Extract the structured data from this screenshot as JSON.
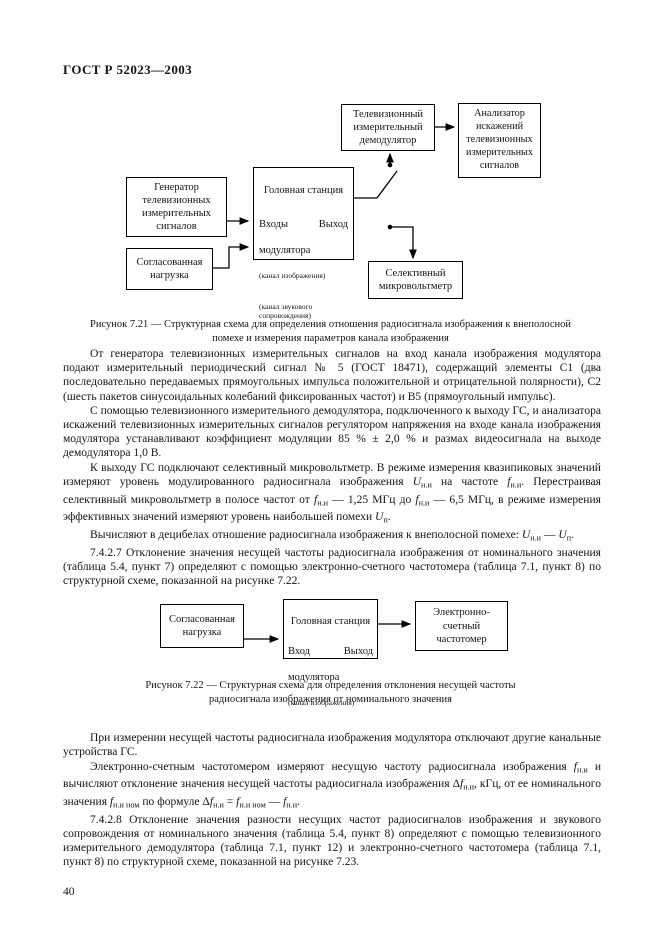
{
  "page": {
    "header": "ГОСТ Р 52023—2003",
    "number": "40"
  },
  "fig21": {
    "caption": "Рисунок 7.21 — Структурная схема для определения отношения радиосигнала изображения к внеполосной\nпомехе и измерения параметров канала изображения",
    "boxes": {
      "generator": "Генератор\nтелевизионных\nизмерительных\nсигналов",
      "load": "Согласованная\nнагрузка",
      "demodulator": "Телевизионный\nизмерительный\nдемодулятор",
      "analyzer": "Анализатор\nискажений\nтелевизионных\nизмерительных\nсигналов",
      "voltmeter": "Селективный\nмикровольтметр"
    },
    "headend": {
      "title": "Головная станция",
      "inputs": "Входы",
      "output": "Выход",
      "modulator": "модулятора",
      "ch_video": "(канал изображения)",
      "ch_audio": "(канал звукового\nсопровождения)"
    }
  },
  "fig22": {
    "caption": "Рисунок 7.22 — Структурная схема для определения отклонения несущей частоты\nрадиосигнала изображения от номинального значения",
    "boxes": {
      "load": "Согласованная\nнагрузка",
      "counter": "Электронно-\nсчетный\nчастотомер"
    },
    "headend": {
      "title": "Головная станция",
      "input": "Вход",
      "output": "Выход",
      "modulator": "модулятора",
      "ch_video": "(канал изображения)"
    }
  },
  "body1": [
    [
      {
        "t": "От генератора телевизионных измерительных сигналов на вход канала изображения модулятора подают измерительный периодический сигнал № 5 (ГОСТ 18471), содержащий элементы С1 (два последовательно передаваемых прямоугольных импульса положительной и отрицательной полярности), С2 (шесть пакетов синусоидальных колебаний фиксированных частот) и В5 (прямоугольный импульс)."
      }
    ],
    [
      {
        "t": "С помощью телевизионного измерительного демодулятора, подключенного к выходу ГС, и анализатора искажений телевизионных измерительных сигналов регулятором напряжения на входе канала изображения модулятора устанавливают коэффициент модуляции 85 % ± 2,0 % и размах видеосигнала на выходе демодулятора 1,0 В."
      }
    ],
    [
      {
        "t": "К выходу ГС подключают селективный микровольтметр. В режиме измерения квазипиковых значений измеряют уровень модулированного радиосигнала изображения "
      },
      {
        "t": "U",
        "s": "i"
      },
      {
        "t": "н.и",
        "s": "sub"
      },
      {
        "t": " на частоте "
      },
      {
        "t": "f",
        "s": "i"
      },
      {
        "t": "н.и",
        "s": "sub"
      },
      {
        "t": ". Перестраивая селективный микровольтметр в полосе частот от "
      },
      {
        "t": "f",
        "s": "i"
      },
      {
        "t": "н.и",
        "s": "sub"
      },
      {
        "t": " — 1,25 МГц до "
      },
      {
        "t": "f",
        "s": "i"
      },
      {
        "t": "н.и",
        "s": "sub"
      },
      {
        "t": " — 6,5 МГц, в режиме измерения эффективных значений измеряют уровень наибольшей помехи "
      },
      {
        "t": "U",
        "s": "i"
      },
      {
        "t": "п",
        "s": "sub"
      },
      {
        "t": "."
      }
    ],
    [
      {
        "t": "Вычисляют в децибелах отношение радиосигнала изображения к внеполосной помехе: "
      },
      {
        "t": "U",
        "s": "i"
      },
      {
        "t": "н.и",
        "s": "sub"
      },
      {
        "t": " — "
      },
      {
        "t": "U",
        "s": "i"
      },
      {
        "t": "п",
        "s": "sub"
      },
      {
        "t": "."
      }
    ],
    [
      {
        "t": "7.4.2.7 Отклонение значения несущей частоты радиосигнала изображения от номинального значения (таблица 5.4, пункт 7) определяют с помощью электронно-счетного частотомера (таблица 7.1, пункт 8) по структурной схеме, показанной на рисунке 7.22."
      }
    ]
  ],
  "body2": [
    [
      {
        "t": "При измерении несущей частоты радиосигнала изображения модулятора отключают другие канальные устройства ГС."
      }
    ],
    [
      {
        "t": "Электронно-счетным частотомером измеряют несущую частоту радиосигнала изображения "
      },
      {
        "t": "f",
        "s": "i"
      },
      {
        "t": "н.и",
        "s": "sub"
      },
      {
        "t": " и вычисляют отклонение значения несущей частоты радиосигнала изображения Δ"
      },
      {
        "t": "f",
        "s": "i"
      },
      {
        "t": "н.и",
        "s": "sub"
      },
      {
        "t": ", кГц, от ее номинального значения "
      },
      {
        "t": "f",
        "s": "i"
      },
      {
        "t": "н.и ном",
        "s": "sub"
      },
      {
        "t": " по формуле Δ"
      },
      {
        "t": "f",
        "s": "i"
      },
      {
        "t": "н.и",
        "s": "sub"
      },
      {
        "t": " = "
      },
      {
        "t": "f",
        "s": "i"
      },
      {
        "t": "н.и ном",
        "s": "sub"
      },
      {
        "t": " — "
      },
      {
        "t": "f",
        "s": "i"
      },
      {
        "t": "н.и",
        "s": "sub"
      },
      {
        "t": "."
      }
    ],
    [
      {
        "t": "7.4.2.8 Отклонение значения разности несущих частот радиосигналов изображения и звукового сопровождения от номинального значения (таблица 5.4, пункт 8) определяют с помощью телевизионного измерительного демодулятора (таблица 7.1, пункт 12) и электронно-счетного частотомера (таблица 7.1, пункт 8) по структурной схеме, показанной на рисунке 7.23."
      }
    ]
  ]
}
